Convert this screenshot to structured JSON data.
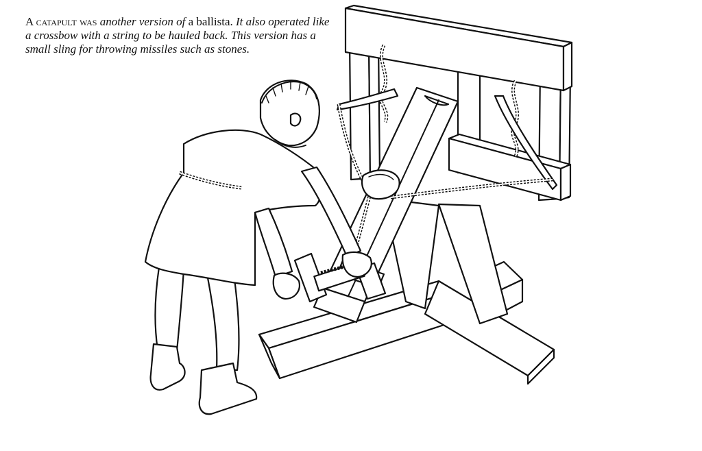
{
  "caption": {
    "part1": "A catapult was",
    "part2": " another version of ",
    "part3": "a",
    "part4": " ballista. ",
    "part5": "It also operated like a crossbow with a string to be hauled back. This version has a small sling for throwing missiles such as stones."
  },
  "colors": {
    "ink": "#111111",
    "paper": "#ffffff"
  }
}
